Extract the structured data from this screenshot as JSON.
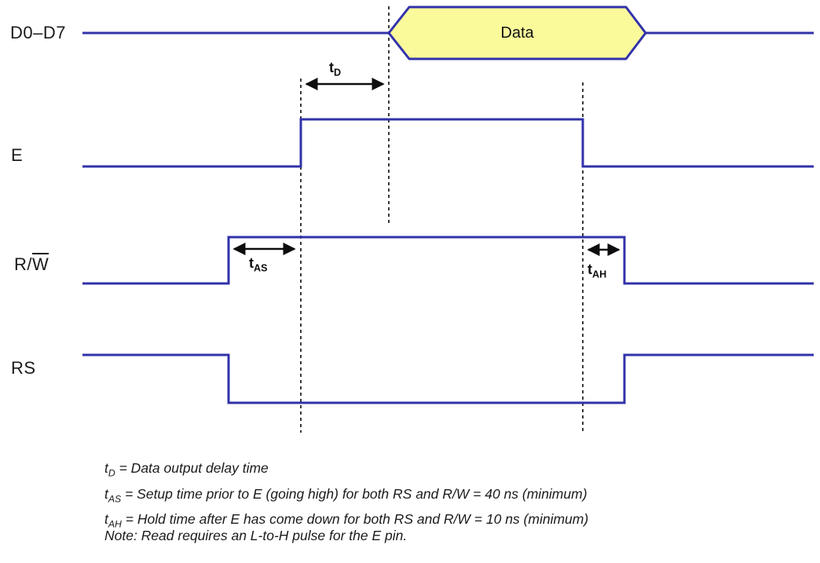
{
  "diagram": {
    "kind": "timing-diagram",
    "colors": {
      "waveform": "#3232aa",
      "bus_fill": "#fafa9b",
      "dashed_guide": "#3a3a3a",
      "text": "#1b1b1b"
    },
    "signals": {
      "data_bus": {
        "label": "D0–D7",
        "bus_value": "Data",
        "levels": [
          "idle-line",
          "valid-data",
          "idle-line"
        ]
      },
      "enable": {
        "label": "E",
        "levels": [
          "low",
          "high",
          "low"
        ]
      },
      "read_write": {
        "label_prefix": "R/",
        "label_overline": "W",
        "levels": [
          "low",
          "high",
          "low"
        ]
      },
      "register_select": {
        "label": "RS",
        "levels": [
          "high",
          "low",
          "high"
        ]
      }
    },
    "annotations": {
      "td": {
        "base": "t",
        "sub": "D"
      },
      "tas": {
        "base": "t",
        "sub": "AS"
      },
      "tah": {
        "base": "t",
        "sub": "AH"
      }
    },
    "notes": [
      {
        "base": "t",
        "sub": "D",
        "text": " = Data output delay time"
      },
      {
        "base": "t",
        "sub": "AS",
        "text": " = Setup time prior to E (going high) for both RS and R/W = 40 ns (minimum)"
      },
      {
        "base": "t",
        "sub": "AH",
        "text": " = Hold time after E has come down for both RS and R/W = 10 ns (minimum)"
      }
    ],
    "footnote": "Note: Read requires an L-to-H pulse for the E pin."
  }
}
